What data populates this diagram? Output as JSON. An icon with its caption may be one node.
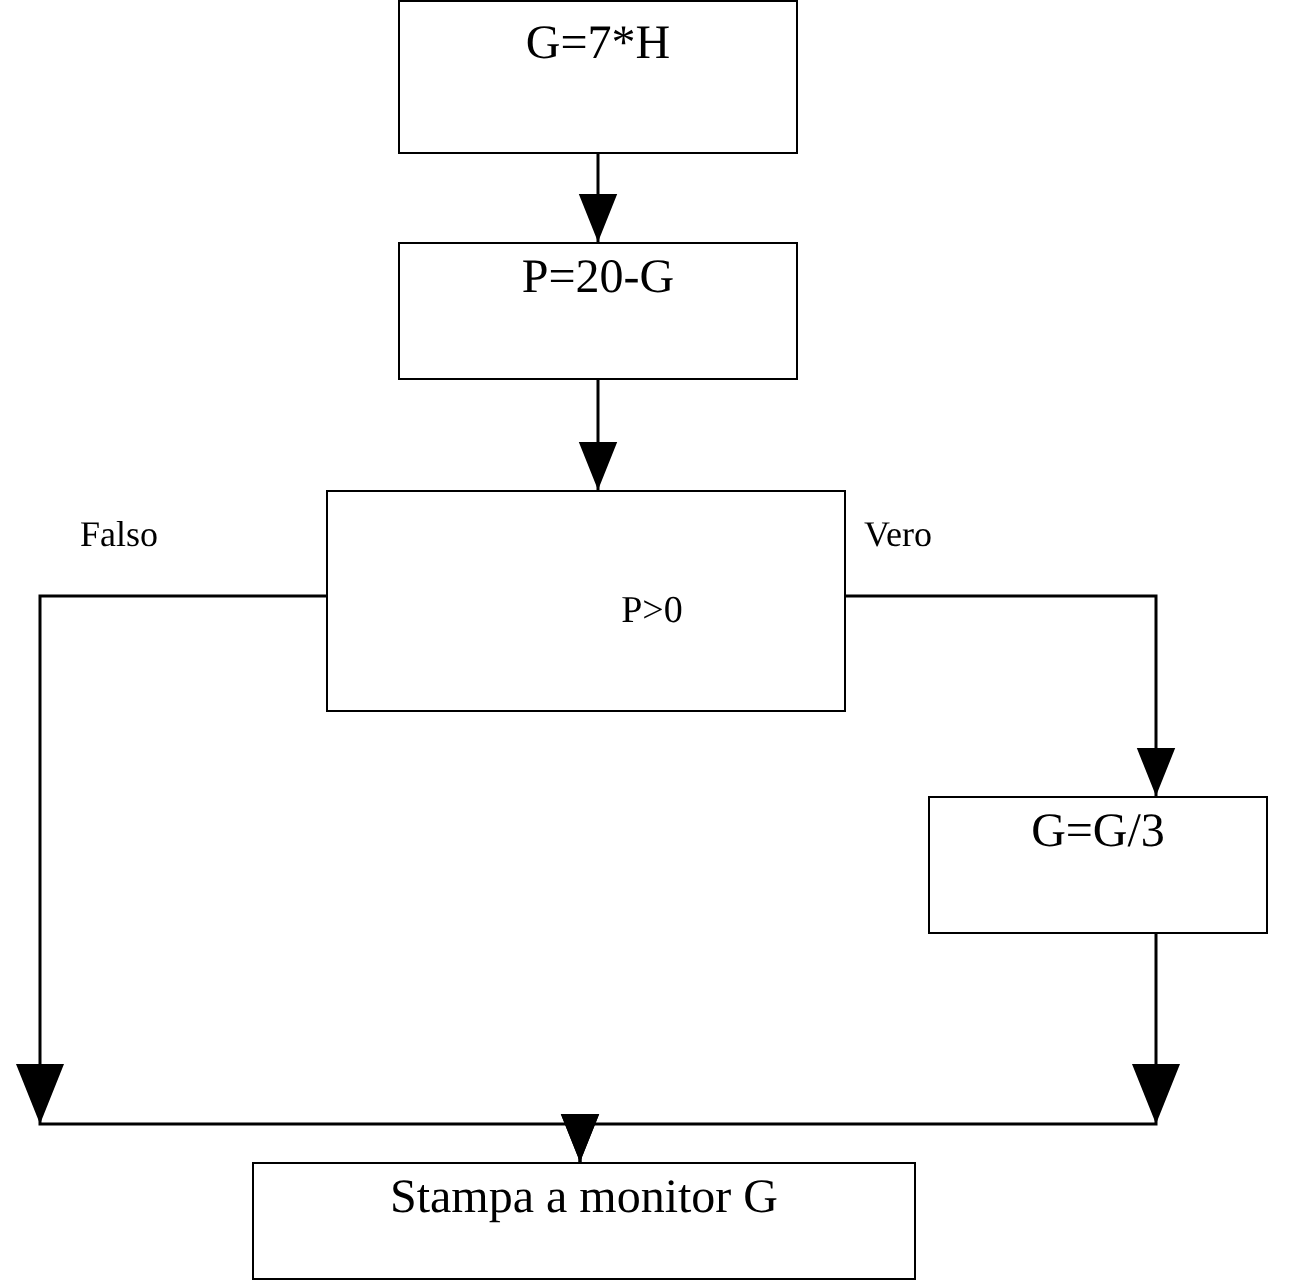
{
  "diagram": {
    "nodes": [
      {
        "text": [
          "G=7*H"
        ]
      },
      {
        "text": [
          "P=20-G"
        ]
      },
      {
        "text": [
          "P>0"
        ]
      },
      {
        "text": [
          "G=G/3"
        ]
      },
      {
        "text": [
          "Stampa a monitor G"
        ]
      }
    ],
    "edges": [
      {
        "from": 0,
        "to": 1,
        "arrow": "to"
      },
      {
        "from": 1,
        "to": 2,
        "arrow": "to"
      },
      {
        "from": 2,
        "to": 4,
        "arrow": "to",
        "label": "Falso"
      },
      {
        "from": 2,
        "to": 3,
        "arrow": "to",
        "label": "Vero"
      },
      {
        "from": 3,
        "to": 4,
        "arrow": "to"
      }
    ]
  }
}
